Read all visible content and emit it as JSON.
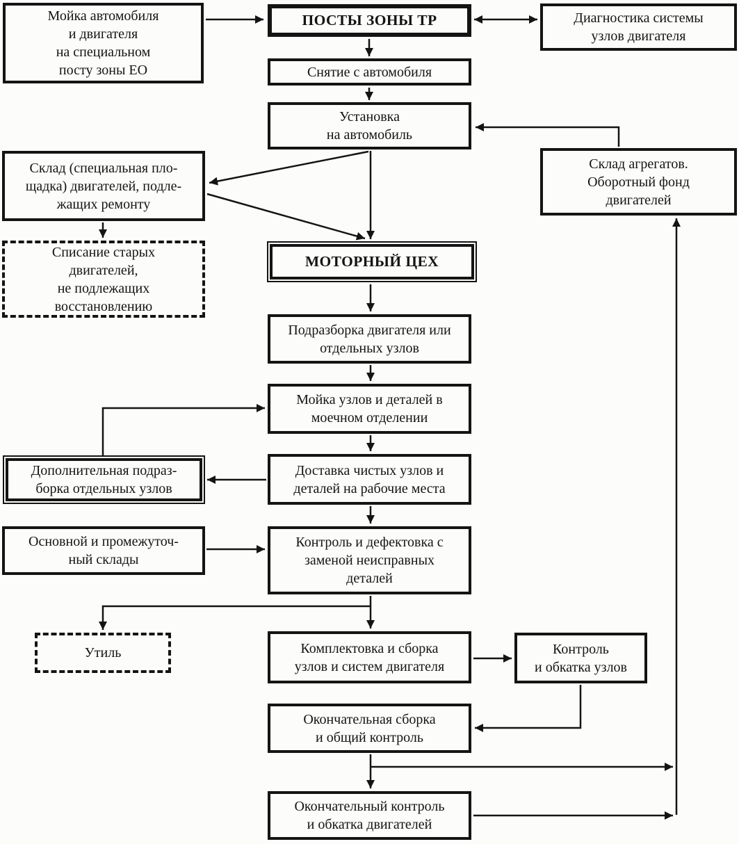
{
  "colors": {
    "line": "#141414",
    "background": "#fcfcfa"
  },
  "nodes": {
    "wash_eo": {
      "label": "Мойка автомобиля\nи двигателя\nна специальном\nпосту зоны ЕО"
    },
    "posts_tr": {
      "label": "ПОСТЫ ЗОНЫ ТР"
    },
    "diagnostics": {
      "label": "Диагностика системы\nузлов двигателя"
    },
    "removal": {
      "label": "Снятие с автомобиля"
    },
    "install": {
      "label": "Установка\nна автомобиль"
    },
    "agg_warehouse": {
      "label": "Склад агрегатов.\nОборотный фонд\nдвигателей"
    },
    "warehouse_repair": {
      "label": "Склад (специальная пло-\nщадка) двигателей, подле-\nжащих ремонту"
    },
    "writeoff": {
      "label": "Списание старых\nдвигателей,\nне подлежащих\nвосстановлению"
    },
    "motor_shop": {
      "label": "МОТОРНЫЙ ЦЕХ"
    },
    "disassembly": {
      "label": "Подразборка двигателя или\nотдельных узлов"
    },
    "washing_units": {
      "label": "Мойка узлов и деталей в\nмоечном отделении"
    },
    "delivery": {
      "label": "Доставка чистых узлов и\nдеталей на рабочие места"
    },
    "additional_disassembly": {
      "label": "Дополнительная подраз-\nборка отдельных узлов"
    },
    "main_warehouses": {
      "label": "Основной и промежуточ-\nный склады"
    },
    "inspection_defects": {
      "label": "Контроль и дефектовка с\nзаменой неисправных\nдеталей"
    },
    "scrap": {
      "label": "Утиль"
    },
    "assembly_units": {
      "label": "Комплектовка и сборка\nузлов и систем двигателя"
    },
    "testing_units": {
      "label": "Контроль\nи обкатка узлов"
    },
    "final_assembly": {
      "label": "Окончательная сборка\nи общий контроль"
    },
    "final_inspection": {
      "label": "Окончательный контроль\nи обкатка двигателей"
    }
  },
  "edges": [
    {
      "from": "wash_eo",
      "to": "posts_tr",
      "arrow": "end"
    },
    {
      "from": "posts_tr",
      "to": "diagnostics",
      "arrow": "both"
    },
    {
      "from": "posts_tr",
      "to": "removal",
      "arrow": "end"
    },
    {
      "from": "removal",
      "to": "install",
      "arrow": "end"
    },
    {
      "from": "agg_warehouse",
      "to": "install",
      "arrow": "end"
    },
    {
      "from": "install",
      "to": "warehouse_repair",
      "arrow": "end"
    },
    {
      "from": "install",
      "to": "motor_shop",
      "arrow": "end"
    },
    {
      "from": "warehouse_repair",
      "to": "motor_shop",
      "arrow": "end"
    },
    {
      "from": "warehouse_repair",
      "to": "writeoff",
      "arrow": "end"
    },
    {
      "from": "motor_shop",
      "to": "disassembly",
      "arrow": "end"
    },
    {
      "from": "disassembly",
      "to": "washing_units",
      "arrow": "end"
    },
    {
      "from": "washing_units",
      "to": "delivery",
      "arrow": "end"
    },
    {
      "from": "delivery",
      "to": "inspection_defects",
      "arrow": "end"
    },
    {
      "from": "delivery",
      "to": "additional_disassembly",
      "arrow": "end"
    },
    {
      "from": "additional_disassembly",
      "to": "washing_units",
      "arrow": "end"
    },
    {
      "from": "main_warehouses",
      "to": "inspection_defects",
      "arrow": "end"
    },
    {
      "from": "inspection_defects",
      "to": "assembly_units",
      "arrow": "end"
    },
    {
      "from": "inspection_defects",
      "to": "scrap",
      "arrow": "end"
    },
    {
      "from": "assembly_units",
      "to": "testing_units",
      "arrow": "end"
    },
    {
      "from": "testing_units",
      "to": "final_assembly",
      "arrow": "end"
    },
    {
      "from": "final_assembly",
      "to": "final_inspection",
      "arrow": "end"
    },
    {
      "from": "final_assembly",
      "to": "agg_warehouse",
      "arrow": "end"
    },
    {
      "from": "final_inspection",
      "to": "agg_warehouse",
      "arrow": "end"
    }
  ]
}
